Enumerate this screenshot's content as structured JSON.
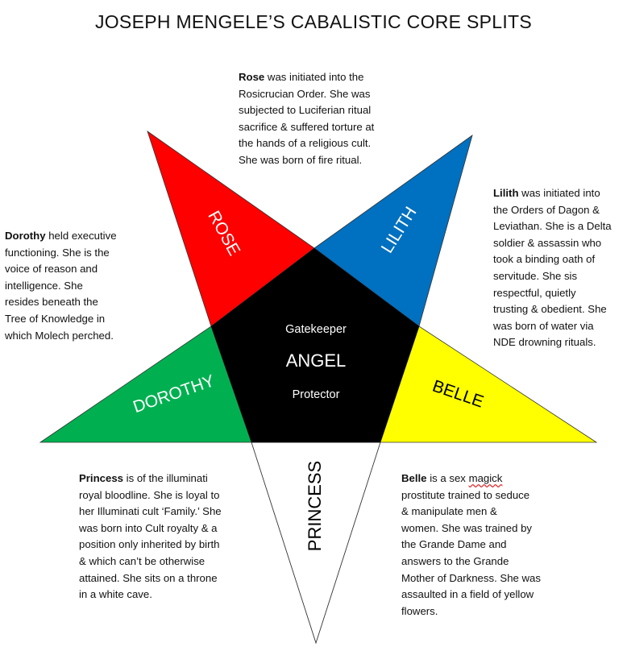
{
  "title": "JOSEPH MENGELE’S CABALISTIC CORE SPLITS",
  "colors": {
    "rose": "#ff0000",
    "lilith": "#0070c0",
    "dorothy": "#00b050",
    "belle": "#ffff00",
    "angel": "#000000",
    "princess": "#ffffff"
  },
  "center": {
    "top": "Gatekeeper",
    "name": "ANGEL",
    "bottom": "Protector"
  },
  "points": {
    "rose": "ROSE",
    "lilith": "LILITH",
    "dorothy": "DOROTHY",
    "belle": "BELLE",
    "princess": "PRINCESS"
  },
  "descriptions": {
    "rose": {
      "name": "Rose",
      "lines": [
        " was initiated into the",
        "Rosicrucian Order. She was",
        "subjected to Luciferian ritual",
        "sacrifice & suffered torture at",
        "the hands of a religious cult.",
        "She was born of fire ritual."
      ]
    },
    "lilith": {
      "name": "Lilith",
      "lines": [
        " was initiated into",
        "the Orders of Dagon &",
        "Leviathan. She is a Delta",
        "soldier & assassin who",
        "took a binding oath of",
        "servitude. She sis",
        "respectful, quietly",
        "trusting & obedient. She",
        "was born of water via",
        "NDE drowning rituals."
      ]
    },
    "dorothy": {
      "name": "Dorothy",
      "lines": [
        " held executive",
        "functioning. She is the",
        "voice of reason and",
        "intelligence. She",
        "resides beneath the",
        "Tree of Knowledge in",
        "which Molech perched."
      ]
    },
    "princess": {
      "name": "Princess",
      "lines": [
        " is of the illuminati",
        "royal bloodline. She is loyal to",
        "her Illuminati cult ‘Family.’ She",
        "was born into Cult royalty & a",
        "position only inherited by birth",
        "& which can’t be otherwise",
        "attained. She sits on a throne",
        "in a white cave."
      ]
    },
    "belle": {
      "name": "Belle",
      "first_pre": " is a sex ",
      "first_wavy": "magick",
      "lines": [
        "prostitute trained to seduce",
        "& manipulate men &",
        "women. She was trained by",
        "the Grande Dame and",
        "answers to the Grande",
        "Mother of Darkness. She was",
        "assaulted in a field of yellow",
        "flowers."
      ]
    }
  }
}
